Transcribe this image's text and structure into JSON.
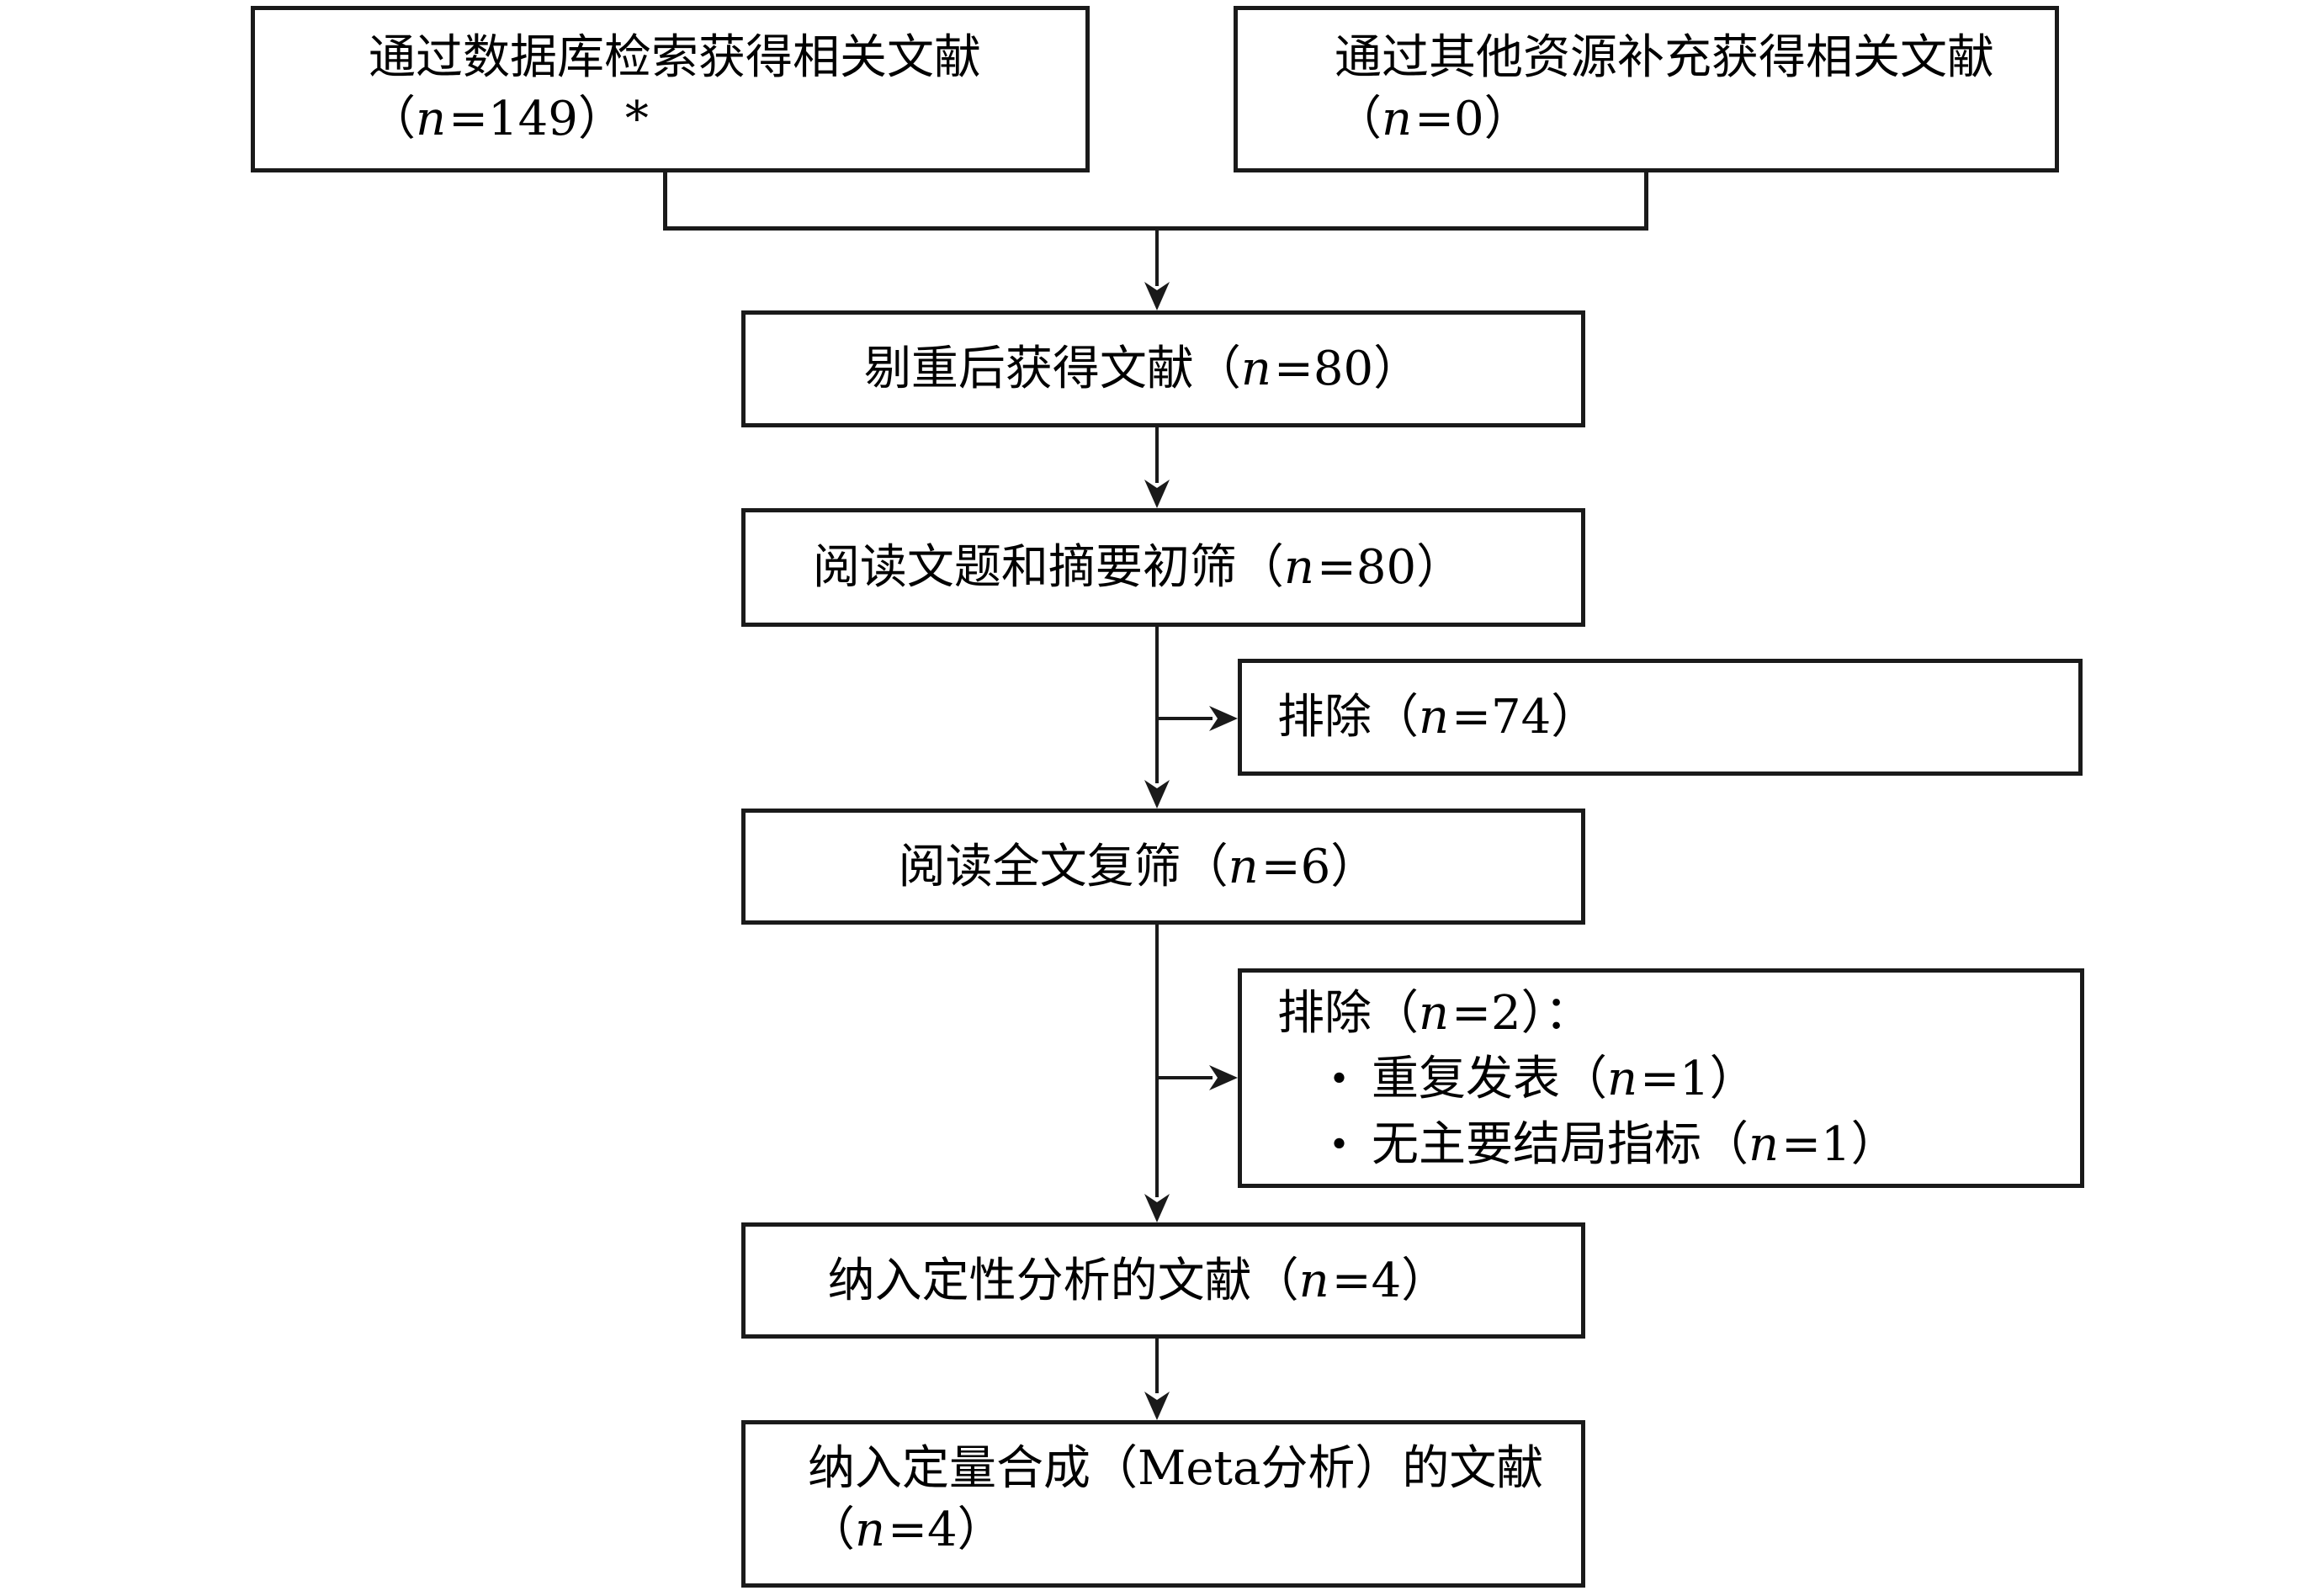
{
  "diagram": {
    "type": "flowchart",
    "ink_color": "#1a1a1a",
    "background_color": "#ffffff",
    "bullet": "•",
    "nodes": {
      "database_search": {
        "line1": "通过数据库检索获得相关文献",
        "line2": "（n=149）*"
      },
      "other_sources": {
        "line1": "通过其他资源补充获得相关文献",
        "line2": "（n=0）"
      },
      "deduplicated": {
        "label": "剔重后获得文献（n=80）"
      },
      "title_abstract_screen": {
        "label": "阅读文题和摘要初筛（n=80）"
      },
      "excluded_primary": {
        "label": "排除（n=74）"
      },
      "excluded_fulltext": {
        "title": "排除（n=2）：",
        "items": [
          "重复发表（n=1）",
          "无主要结局指标（n=1）"
        ]
      },
      "fulltext_screen": {
        "label": "阅读全文复筛（n=6）"
      },
      "qualitative_included": {
        "label": "纳入定性分析的文献（n=4）"
      },
      "quantitative_included": {
        "line1": "纳入定量合成（Meta分析）的文献",
        "line2": "（n=4）"
      }
    }
  }
}
